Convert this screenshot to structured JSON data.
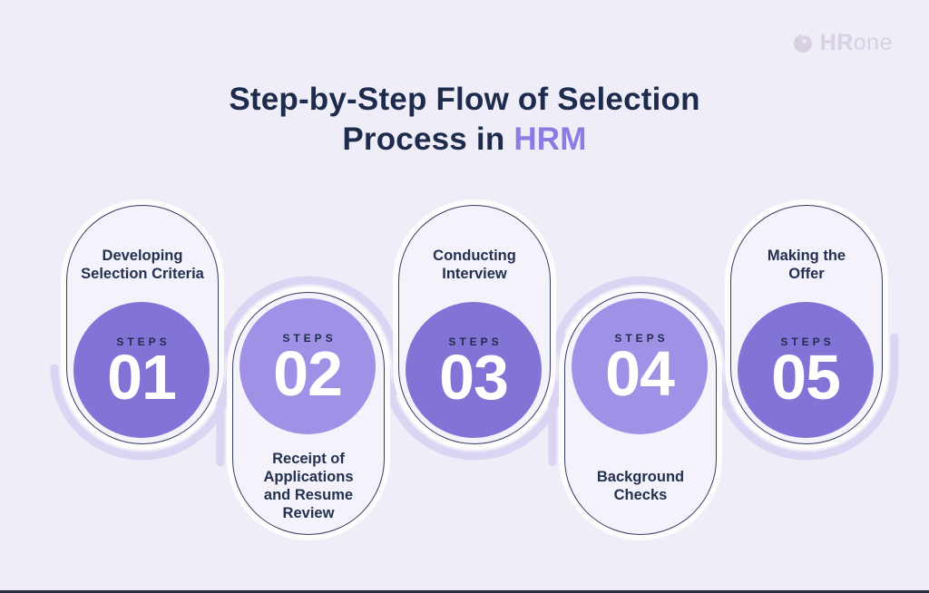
{
  "page": {
    "background_color": "#efeef8",
    "bottom_bar_color": "#252c3f"
  },
  "logo": {
    "icon": "swirl-circle-icon",
    "brand_bold": "HR",
    "brand_light": "one",
    "color": "#d7d1e1"
  },
  "title": {
    "line1": "Step-by-Step Flow of Selection",
    "line2_prefix": "Process in ",
    "line2_highlight": "HRM",
    "text_color": "#1d2b4c",
    "highlight_color": "#8a7ce1"
  },
  "decor": {
    "arc_color": "#dbd4f3",
    "pill_border_color": "#333d5e",
    "pill_fill_color": "#f4f3fb"
  },
  "steps": [
    {
      "label": "Developing\nSelection Criteria",
      "tag": "STEPS",
      "number": "01",
      "position": "up",
      "circle_color": "#8273d6"
    },
    {
      "label": "Receipt of\nApplications\nand Resume\nReview",
      "tag": "STEPS",
      "number": "02",
      "position": "down",
      "circle_color": "#9f92e6"
    },
    {
      "label": "Conducting\nInterview",
      "tag": "STEPS",
      "number": "03",
      "position": "up",
      "circle_color": "#8273d6"
    },
    {
      "label": "Background\nChecks",
      "tag": "STEPS",
      "number": "04",
      "position": "down",
      "circle_color": "#9f92e6"
    },
    {
      "label": "Making the\nOffer",
      "tag": "STEPS",
      "number": "05",
      "position": "up",
      "circle_color": "#8273d6"
    }
  ]
}
